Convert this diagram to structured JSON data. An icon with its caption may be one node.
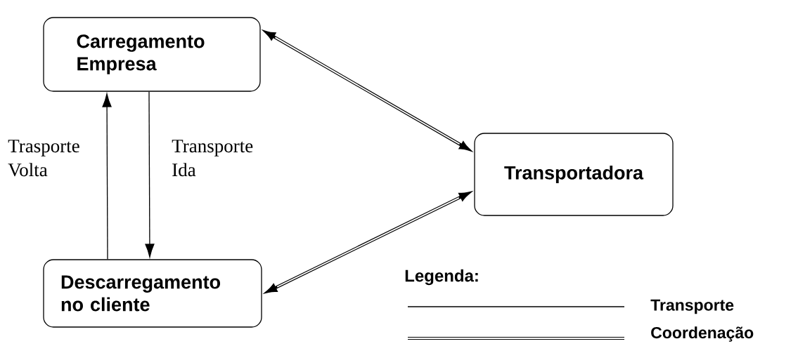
{
  "diagram": {
    "nodes": [
      {
        "text": [
          "Carregamento Empresa"
        ]
      },
      {
        "text": [
          "Transportadora"
        ]
      },
      {
        "text": [
          "Descarregamento no cliente"
        ]
      }
    ],
    "edges": [
      {
        "from": 2,
        "to": 0,
        "arrow": "to",
        "label": "Trasporte Volta"
      },
      {
        "from": 0,
        "to": 2,
        "arrow": "to",
        "label": "Transporte Ida"
      },
      {
        "from": 0,
        "to": 1,
        "arrow": "both",
        "style": "thick"
      },
      {
        "from": 1,
        "to": 2,
        "arrow": "both",
        "style": "thick"
      }
    ],
    "labels": [
      "Legenda:"
    ],
    "legend": [
      {
        "text": "Transporte"
      },
      {
        "text": "Coordenação"
      }
    ]
  }
}
